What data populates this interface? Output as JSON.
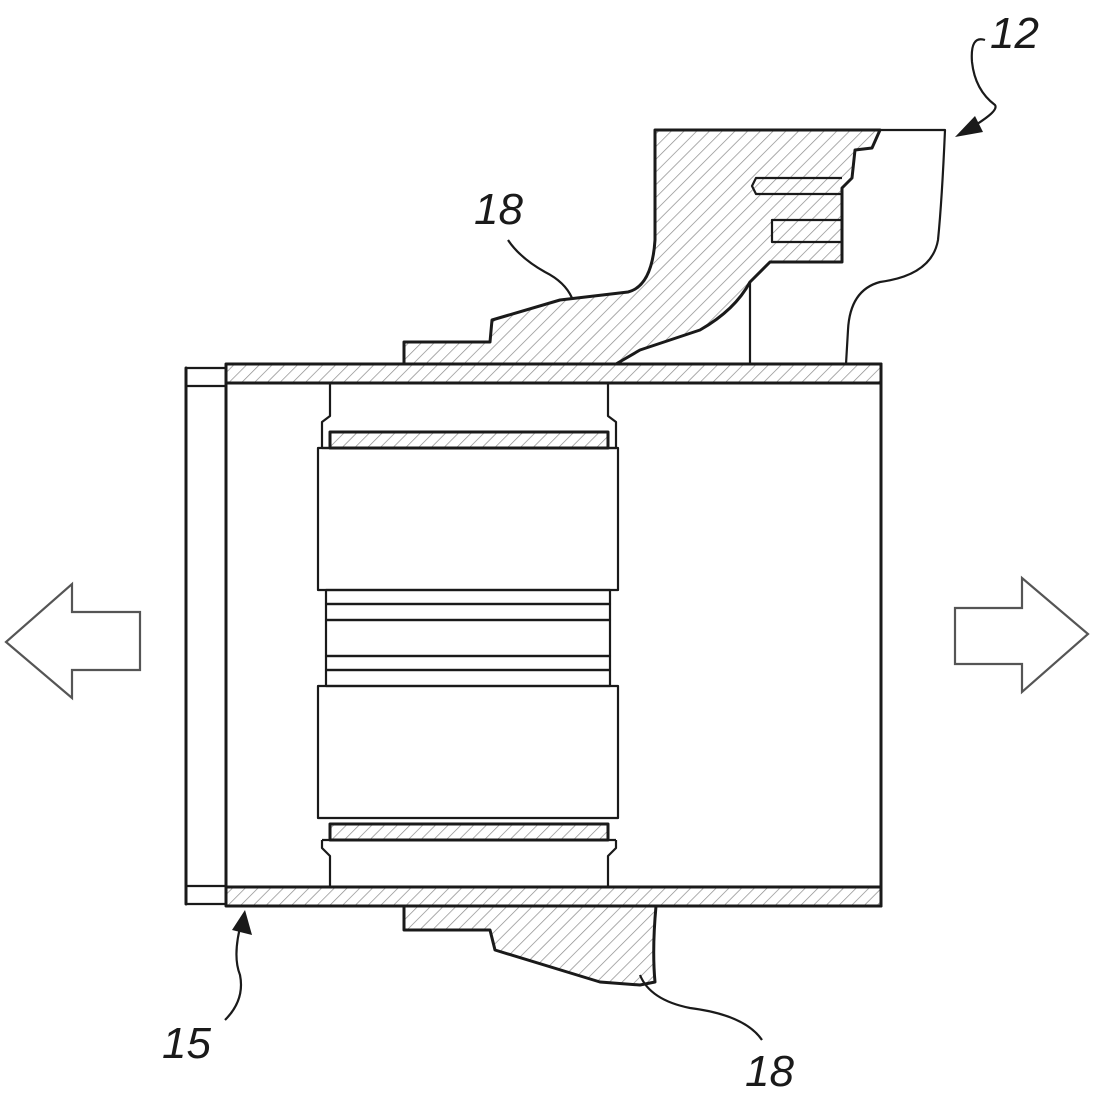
{
  "labels": {
    "ref_12": "12",
    "ref_15": "15",
    "ref_18_top": "18",
    "ref_18_bottom": "18"
  },
  "colors": {
    "line": "#1a1a1a",
    "hatch": "#8a8a8a",
    "background": "#ffffff"
  },
  "icons": {
    "left": "left-arrow-icon",
    "right": "right-arrow-icon"
  }
}
